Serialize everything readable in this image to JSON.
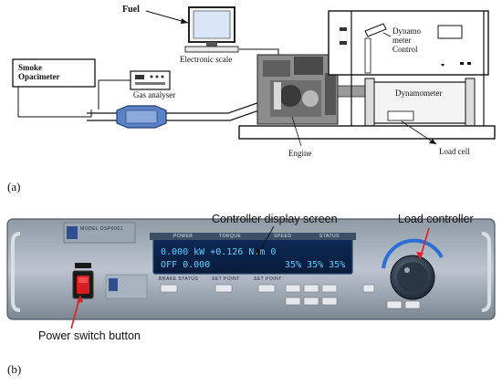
{
  "figure_a": {
    "panel_letter": "(a)",
    "labels": {
      "fuel": "Fuel",
      "electronic_scale": "Electronic scale",
      "smoke_opacimeter_line1": "Smoke",
      "smoke_opacimeter_line2": "Opacimeter",
      "gas_analyser": "Gas analyser",
      "dynamo_control_line1": "Dynamo",
      "dynamo_control_line2": "meter",
      "dynamo_control_line3": "Control",
      "dynamometer": "Dynamometer",
      "load_cell": "Load cell",
      "engine": "Engine"
    }
  },
  "figure_b": {
    "panel_letter": "(b)",
    "annotations": {
      "controller_display": "Controller display screen",
      "load_controller": "Load controller",
      "power_switch": "Power switch button"
    },
    "lcd": {
      "line1": "0.000 kW  +0.126 N.m   0",
      "line1_right": "35% 35% 35%",
      "line2": "OFF    0.000"
    },
    "panel_headers": {
      "power": "POWER",
      "torque": "TORQUE",
      "speed": "SPEED",
      "status": "STATUS"
    },
    "bottom_labels": {
      "brake_status": "BRAKE STATUS",
      "set_point_1": "SET POINT",
      "set_point_2": "SET POINT"
    },
    "model_text": "MODEL DSP6001"
  }
}
